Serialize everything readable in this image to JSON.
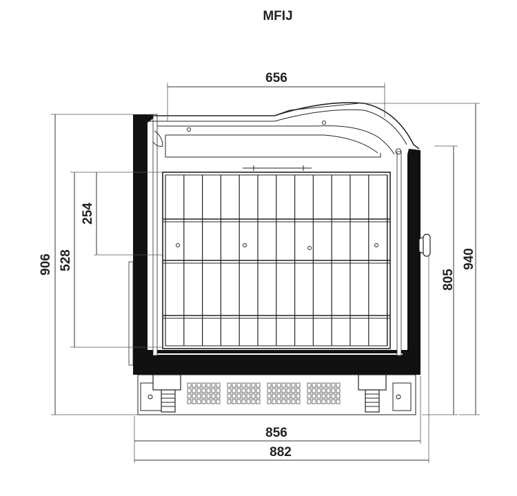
{
  "title": "MFIJ",
  "dimensions": {
    "inner_width": "656",
    "basket_top_height": "254",
    "basket_height": "528",
    "body_height": "906",
    "front_height": "805",
    "total_height": "940",
    "body_width": "856",
    "total_width": "882"
  },
  "colors": {
    "line": "#222222",
    "wall": "#111111",
    "background": "#ffffff"
  }
}
